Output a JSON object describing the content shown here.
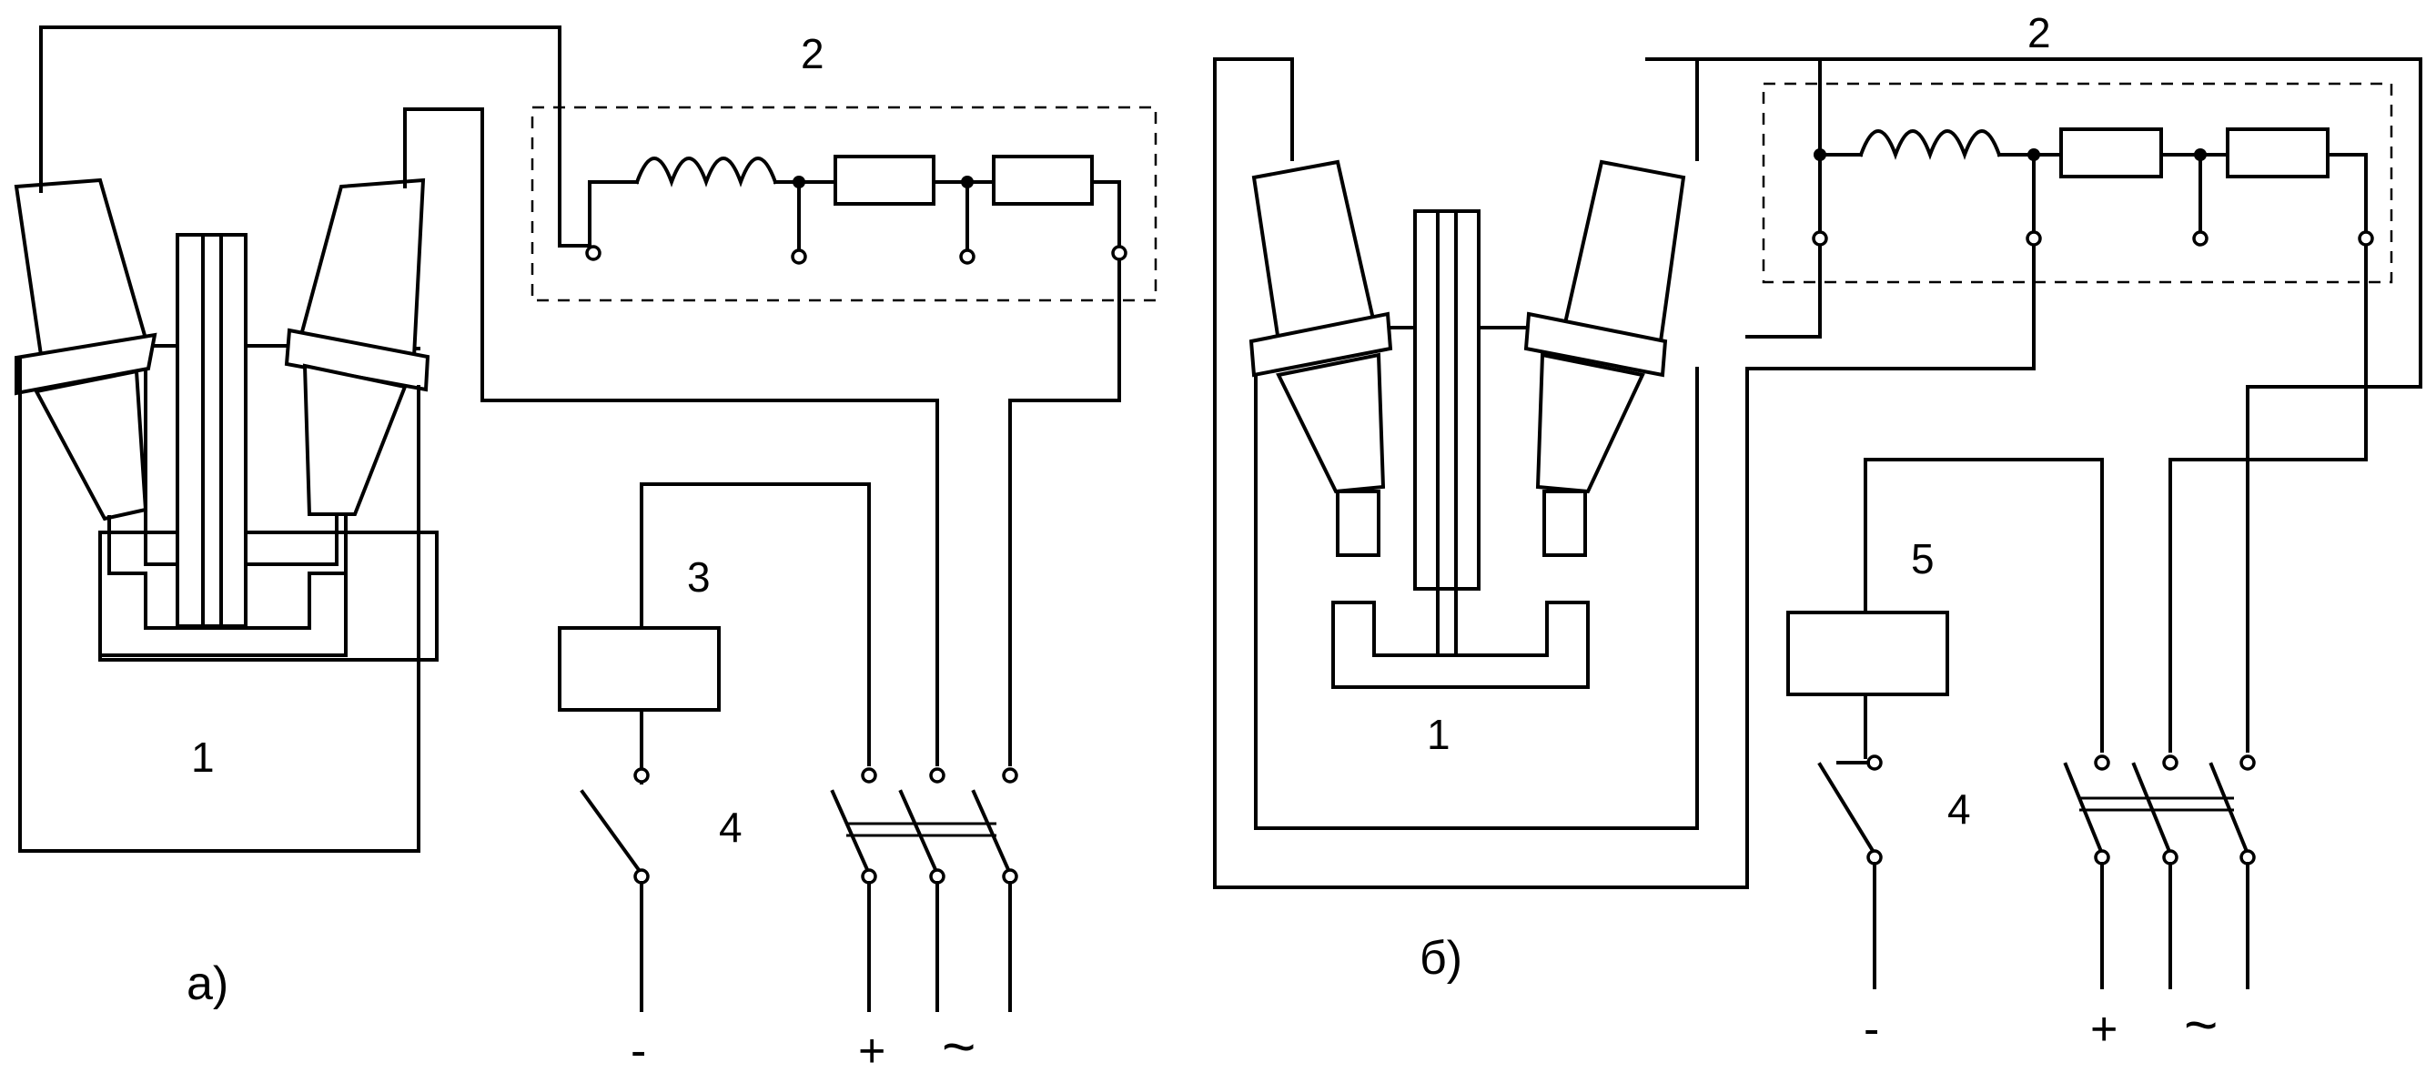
{
  "panel_a": {
    "caption": "а)",
    "label_transformer": "1",
    "label_block": "2",
    "label_coil": "3",
    "label_switch": "4",
    "label_minus": "-",
    "label_plus": "+",
    "label_ac": "~"
  },
  "panel_b": {
    "caption": "б)",
    "label_transformer": "1",
    "label_block": "2",
    "label_coil": "5",
    "label_switch": "4",
    "label_minus": "-",
    "label_plus": "+",
    "label_ac": "~"
  }
}
